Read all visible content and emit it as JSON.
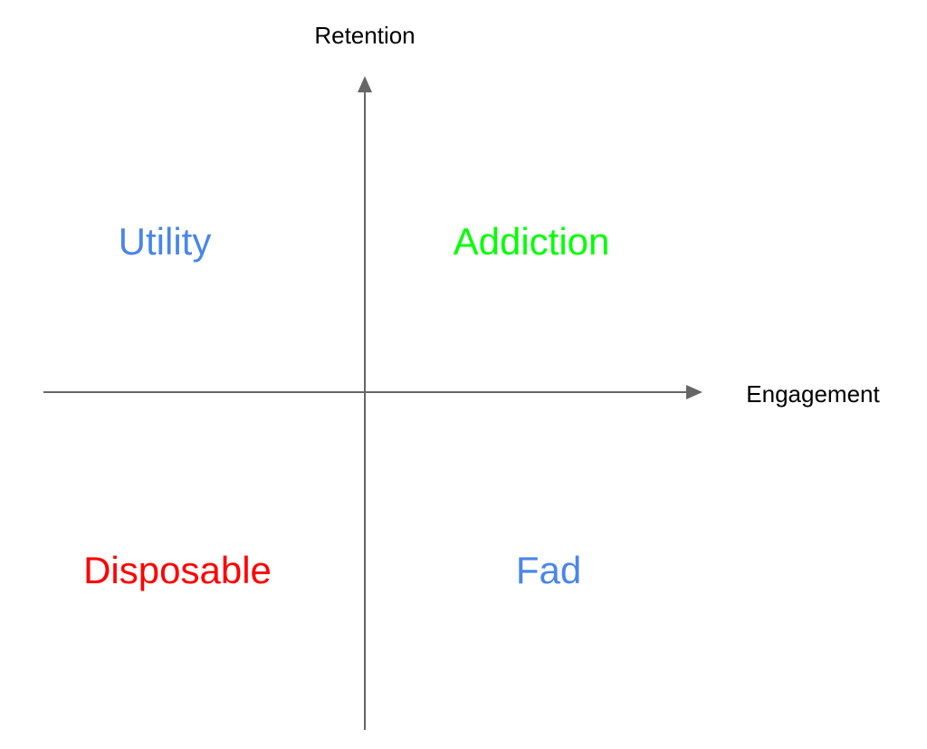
{
  "diagram": {
    "type": "quadrant-chart",
    "axes": {
      "y_label": "Retention",
      "x_label": "Engagement",
      "axis_color": "#666666",
      "label_color": "#000000"
    },
    "quadrants": {
      "top_left": {
        "label": "Utility",
        "color": "#4a86e8"
      },
      "top_right": {
        "label": "Addiction",
        "color": "#00ff00"
      },
      "bottom_left": {
        "label": "Disposable",
        "color": "#ff0000"
      },
      "bottom_right": {
        "label": "Fad",
        "color": "#4a86e8"
      }
    }
  }
}
